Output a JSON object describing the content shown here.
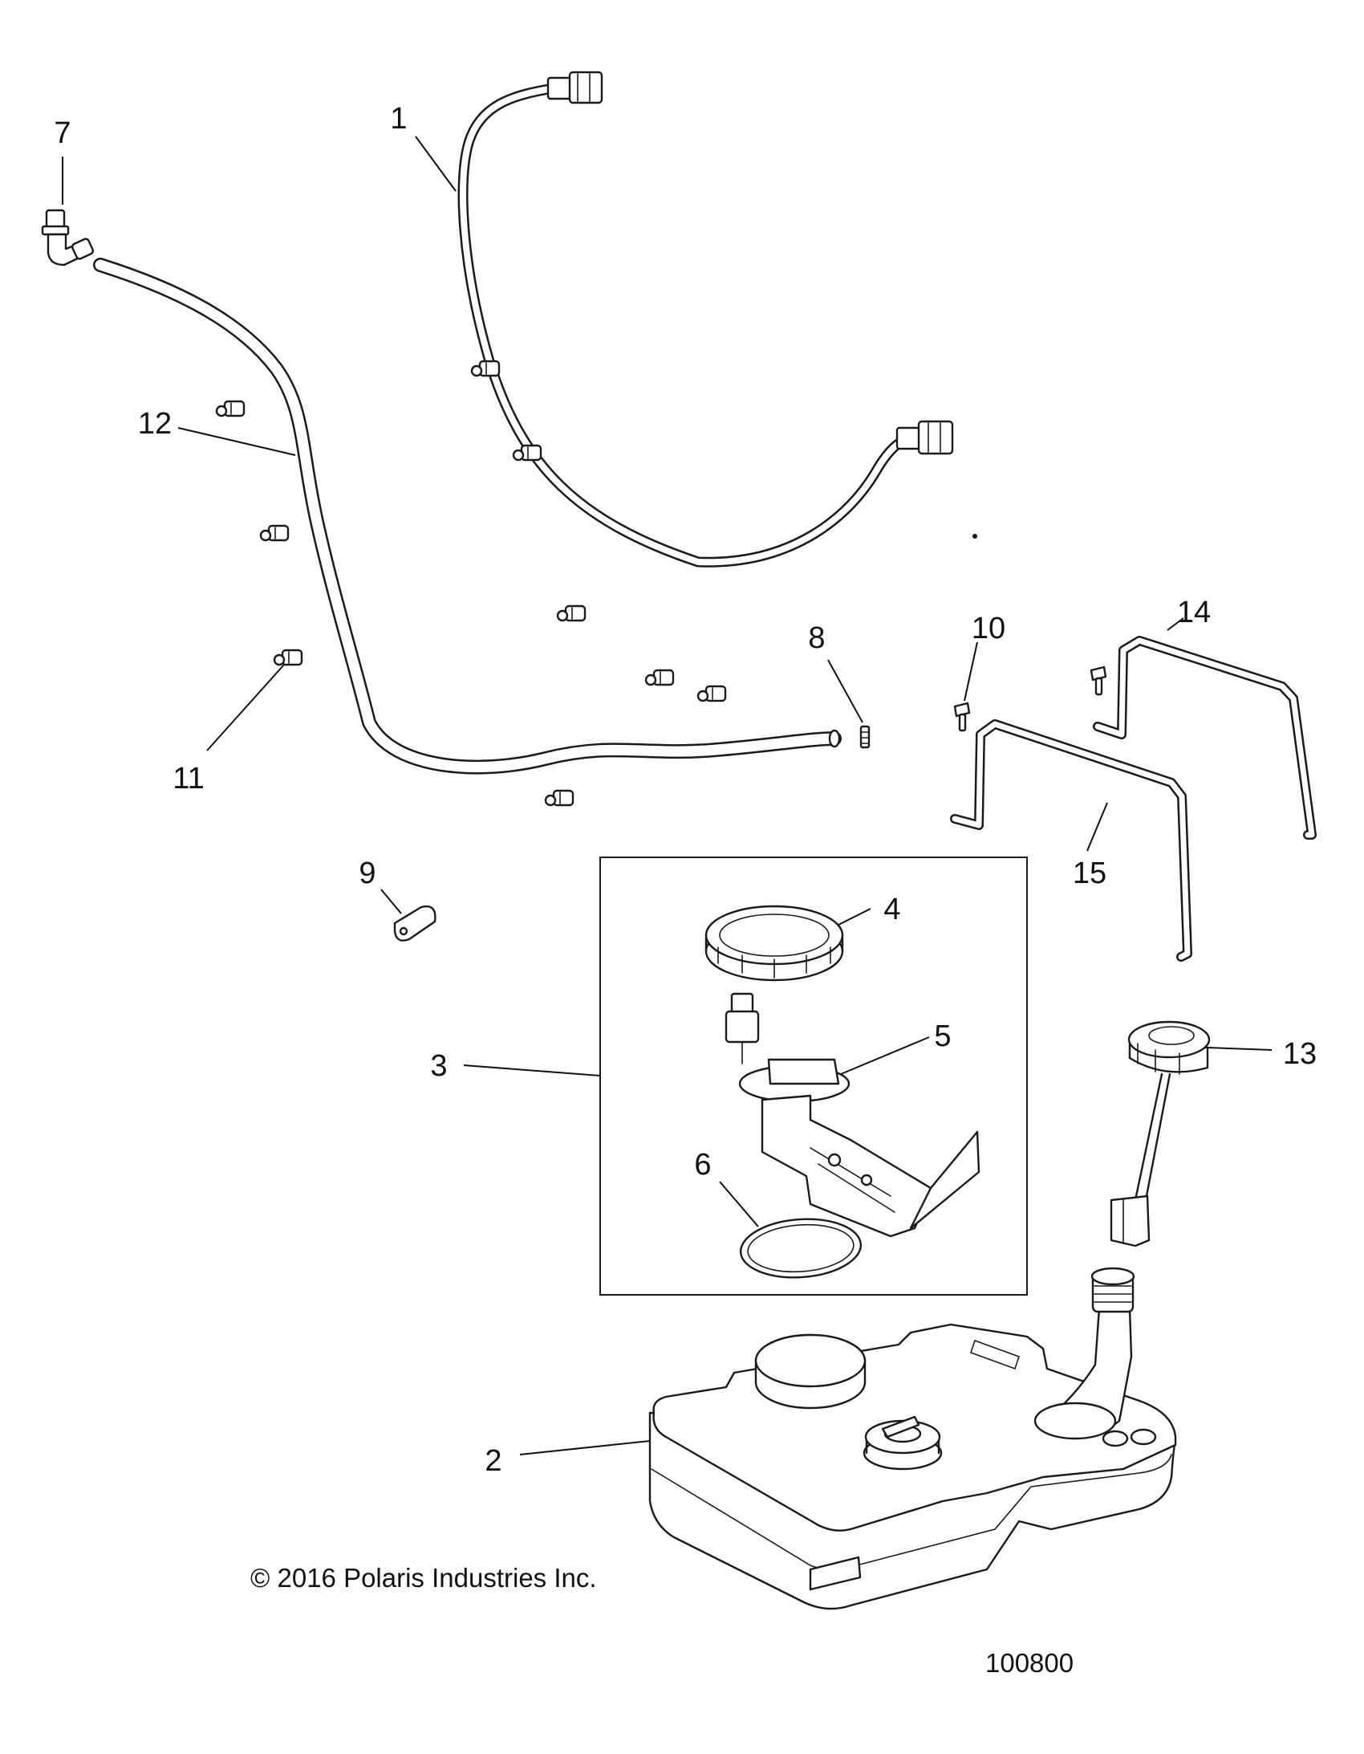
{
  "callouts": [
    {
      "id": "1",
      "label": "1"
    },
    {
      "id": "2",
      "label": "2"
    },
    {
      "id": "3",
      "label": "3"
    },
    {
      "id": "4",
      "label": "4"
    },
    {
      "id": "5",
      "label": "5"
    },
    {
      "id": "6",
      "label": "6"
    },
    {
      "id": "7",
      "label": "7"
    },
    {
      "id": "8",
      "label": "8"
    },
    {
      "id": "9",
      "label": "9"
    },
    {
      "id": "10",
      "label": "10"
    },
    {
      "id": "11",
      "label": "11"
    },
    {
      "id": "12",
      "label": "12"
    },
    {
      "id": "13",
      "label": "13"
    },
    {
      "id": "14",
      "label": "14"
    },
    {
      "id": "15",
      "label": "15"
    }
  ],
  "copyright": "© 2016 Polaris Industries Inc.",
  "figure_number": "100800"
}
